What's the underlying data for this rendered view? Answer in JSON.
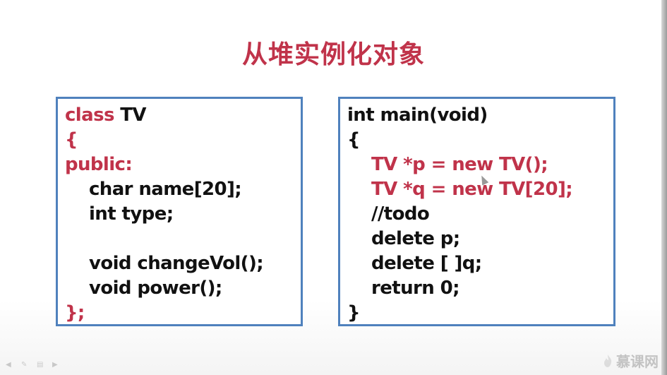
{
  "slide": {
    "title": "从堆实例化对象"
  },
  "left_code": {
    "line1_kw": "class",
    "line1_rest": " TV",
    "line2": "{",
    "line3": "public:",
    "line4": "char name[20];",
    "line5": "int type;",
    "line6": "",
    "line7": "void changeVol();",
    "line8": "void power();",
    "line9": "};"
  },
  "right_code": {
    "line1": "int main(void)",
    "line2": "{",
    "line3": "TV *p = new TV();",
    "line4": "TV *q = new TV[20];",
    "line5": "//todo",
    "line6": "delete p;",
    "line7": "delete [ ]q;",
    "line8": "return 0;",
    "line9": "}"
  },
  "footer": {
    "logo_text": "慕课网",
    "logo_icon": "flame-icon"
  },
  "colors": {
    "accent_red": "#c0334a",
    "border_blue": "#4f81bd",
    "code_black": "#111111"
  }
}
